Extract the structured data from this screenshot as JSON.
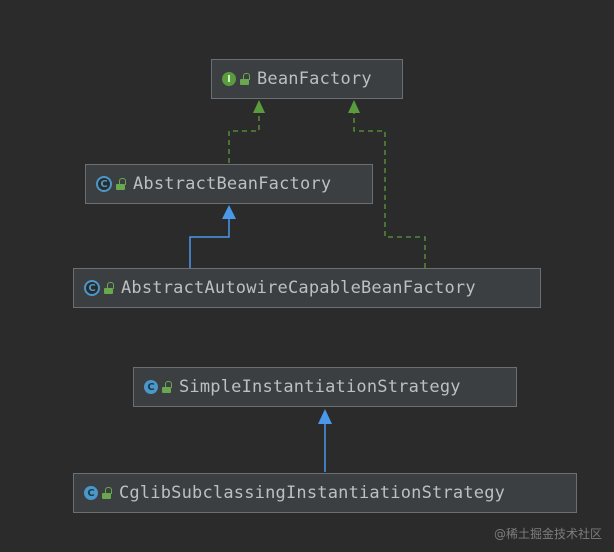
{
  "diagram": {
    "nodes": [
      {
        "id": "bean-factory",
        "name": "BeanFactory",
        "kind": "interface",
        "icon_letter": "I"
      },
      {
        "id": "abstract-bean-factory",
        "name": "AbstractBeanFactory",
        "kind": "abstract-class",
        "icon_letter": "C"
      },
      {
        "id": "abstract-autowire-capable-bean-factory",
        "name": "AbstractAutowireCapableBeanFactory",
        "kind": "abstract-class",
        "icon_letter": "C"
      },
      {
        "id": "simple-instantiation-strategy",
        "name": "SimpleInstantiationStrategy",
        "kind": "class",
        "icon_letter": "C"
      },
      {
        "id": "cglib-subclassing-instantiation-strategy",
        "name": "CglibSubclassingInstantiationStrategy",
        "kind": "class",
        "icon_letter": "C"
      }
    ],
    "edges": [
      {
        "from": "abstract-bean-factory",
        "to": "bean-factory",
        "type": "implements",
        "color": "#5a9b3d"
      },
      {
        "from": "abstract-autowire-capable-bean-factory",
        "to": "bean-factory",
        "type": "implements",
        "color": "#5a9b3d"
      },
      {
        "from": "abstract-autowire-capable-bean-factory",
        "to": "abstract-bean-factory",
        "type": "extends",
        "color": "#4a98ea"
      },
      {
        "from": "cglib-subclassing-instantiation-strategy",
        "to": "simple-instantiation-strategy",
        "type": "extends",
        "color": "#4a98ea"
      }
    ]
  },
  "colors": {
    "background": "#2b2b2b",
    "node_fill": "#3c3f41",
    "node_border": "#6b6f72",
    "text": "#bdbfc1",
    "implements": "#5a9b3d",
    "extends": "#4a98ea"
  },
  "watermark": "@稀土掘金技术社区"
}
